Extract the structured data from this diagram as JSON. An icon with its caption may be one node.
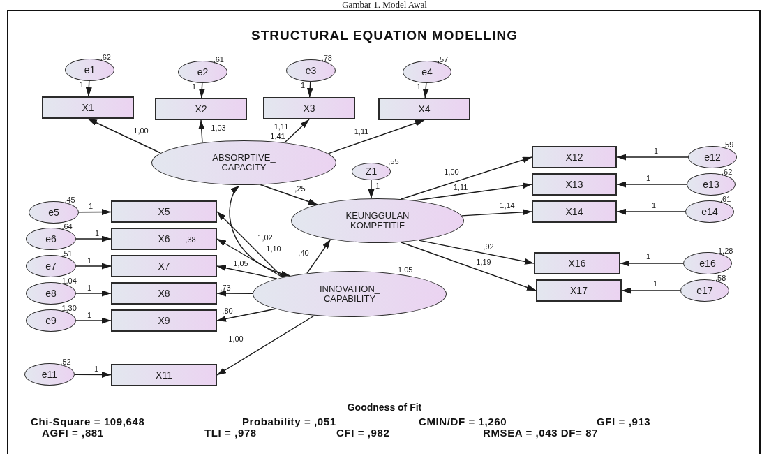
{
  "diagram": {
    "caption": "Gambar 1. Model Awal",
    "title": "STRUCTURAL EQUATION MODELLING",
    "nodes": [
      {
        "text": [
          "e1"
        ],
        "beside": [
          ",62"
        ]
      },
      {
        "text": [
          "e2"
        ],
        "beside": [
          ",61"
        ]
      },
      {
        "text": [
          "e3"
        ],
        "beside": [
          ",78"
        ]
      },
      {
        "text": [
          "e4"
        ],
        "beside": [
          ",57"
        ]
      },
      {
        "text": [
          "X1"
        ]
      },
      {
        "text": [
          "X2"
        ]
      },
      {
        "text": [
          "X3"
        ]
      },
      {
        "text": [
          "X4"
        ]
      },
      {
        "text": [
          "ABSORPTIVE_ CAPACITY"
        ]
      },
      {
        "text": [
          "Z1"
        ],
        "beside": [
          ",55"
        ]
      },
      {
        "text": [
          "X12"
        ]
      },
      {
        "text": [
          "e12"
        ],
        "beside": [
          ",59"
        ]
      },
      {
        "text": [
          "X13"
        ]
      },
      {
        "text": [
          "e13"
        ],
        "beside": [
          ",62"
        ]
      },
      {
        "text": [
          "KEUNGGULAN KOMPETITIF"
        ]
      },
      {
        "text": [
          "X14"
        ]
      },
      {
        "text": [
          "e14"
        ],
        "beside": [
          ",61"
        ]
      },
      {
        "text": [
          "e5"
        ],
        "beside": [
          ",45"
        ]
      },
      {
        "text": [
          "X5"
        ]
      },
      {
        "text": [
          "e6"
        ],
        "beside": [
          ",64"
        ]
      },
      {
        "text": [
          "X6"
        ]
      },
      {
        "text": [
          "e7"
        ],
        "beside": [
          ",51"
        ]
      },
      {
        "text": [
          "X7"
        ]
      },
      {
        "text": [
          "e8"
        ],
        "beside": [
          "1,04"
        ]
      },
      {
        "text": [
          "X8"
        ]
      },
      {
        "text": [
          "INNOVATION_ CAPABILITY"
        ],
        "beside": [
          "1,05"
        ]
      },
      {
        "text": [
          "X16"
        ]
      },
      {
        "text": [
          "e16"
        ],
        "beside": [
          "1,28"
        ]
      },
      {
        "text": [
          "X17"
        ]
      },
      {
        "text": [
          "e17"
        ],
        "beside": [
          ",58"
        ]
      },
      {
        "text": [
          "e9"
        ],
        "beside": [
          "1,30"
        ]
      },
      {
        "text": [
          "X9"
        ]
      },
      {
        "text": [
          "e11"
        ],
        "beside": [
          ",52"
        ]
      },
      {
        "text": [
          "X11"
        ]
      }
    ],
    "edges": [
      {
        "from": 0,
        "to": 4,
        "arrow": "to",
        "label": "1"
      },
      {
        "from": 1,
        "to": 5,
        "arrow": "to",
        "label": "1"
      },
      {
        "from": 2,
        "to": 6,
        "arrow": "to",
        "label": "1"
      },
      {
        "from": 3,
        "to": 7,
        "arrow": "to",
        "label": "1"
      },
      {
        "from": 8,
        "to": 4,
        "arrow": "to",
        "label": "1,00"
      },
      {
        "from": 8,
        "to": 5,
        "arrow": "to",
        "label": "1,03"
      },
      {
        "from": 8,
        "to": 6,
        "arrow": "to",
        "label": "1,11"
      },
      {
        "from": 8,
        "to": 7,
        "arrow": "to",
        "label": "1,11"
      },
      {
        "from": 8,
        "to": 14,
        "arrow": "to",
        "label": ",25"
      },
      {
        "from": 9,
        "to": 14,
        "arrow": "to",
        "label": "1"
      },
      {
        "from": 14,
        "to": 10,
        "arrow": "to",
        "label": "1,00"
      },
      {
        "from": 11,
        "to": 10,
        "arrow": "to",
        "label": "1"
      },
      {
        "from": 14,
        "to": 12,
        "arrow": "to",
        "label": "1,11"
      },
      {
        "from": 13,
        "to": 12,
        "arrow": "to",
        "label": "1"
      },
      {
        "from": 14,
        "to": 15,
        "arrow": "to",
        "label": "1,14"
      },
      {
        "from": 16,
        "to": 15,
        "arrow": "to",
        "label": "1"
      },
      {
        "from": 14,
        "to": 26,
        "arrow": "to",
        "label": ",92"
      },
      {
        "from": 27,
        "to": 26,
        "arrow": "to",
        "label": "1"
      },
      {
        "from": 14,
        "to": 28,
        "arrow": "to",
        "label": "1,19"
      },
      {
        "from": 29,
        "to": 28,
        "arrow": "to",
        "label": "1"
      },
      {
        "from": 17,
        "to": 18,
        "arrow": "to",
        "label": "1"
      },
      {
        "from": 19,
        "to": 20,
        "arrow": "to",
        "label": "1"
      },
      {
        "from": 21,
        "to": 22,
        "arrow": "to",
        "label": "1"
      },
      {
        "from": 23,
        "to": 24,
        "arrow": "to",
        "label": "1"
      },
      {
        "from": 30,
        "to": 31,
        "arrow": "to",
        "label": "1"
      },
      {
        "from": 32,
        "to": 33,
        "arrow": "to",
        "label": "1"
      },
      {
        "from": 25,
        "to": 18,
        "arrow": "to",
        "label": "1,02"
      },
      {
        "from": 25,
        "to": 20,
        "arrow": "to",
        "label": "1,10"
      },
      {
        "from": 25,
        "to": 22,
        "arrow": "to",
        "label": "1,05"
      },
      {
        "from": 25,
        "to": 24,
        "arrow": "to",
        "label": ",73"
      },
      {
        "from": 25,
        "to": 31,
        "arrow": "to",
        "label": ",80"
      },
      {
        "from": 25,
        "to": 33,
        "arrow": "to",
        "label": "1,00"
      },
      {
        "from": 25,
        "to": 14,
        "arrow": "to",
        "label": ",40"
      },
      {
        "from": 8,
        "to": 25,
        "arrow": "both",
        "label": ",38"
      }
    ],
    "labels": [
      "1,41",
      "Goodness of Fit",
      "Chi-Square = 109,648",
      "Probability = ,051",
      "CMIN/DF = 1,260",
      "GFI = ,913",
      "AGFI = ,881",
      "TLI = ,978",
      "CFI = ,982",
      "RMSEA = ,043 DF= 87"
    ]
  }
}
